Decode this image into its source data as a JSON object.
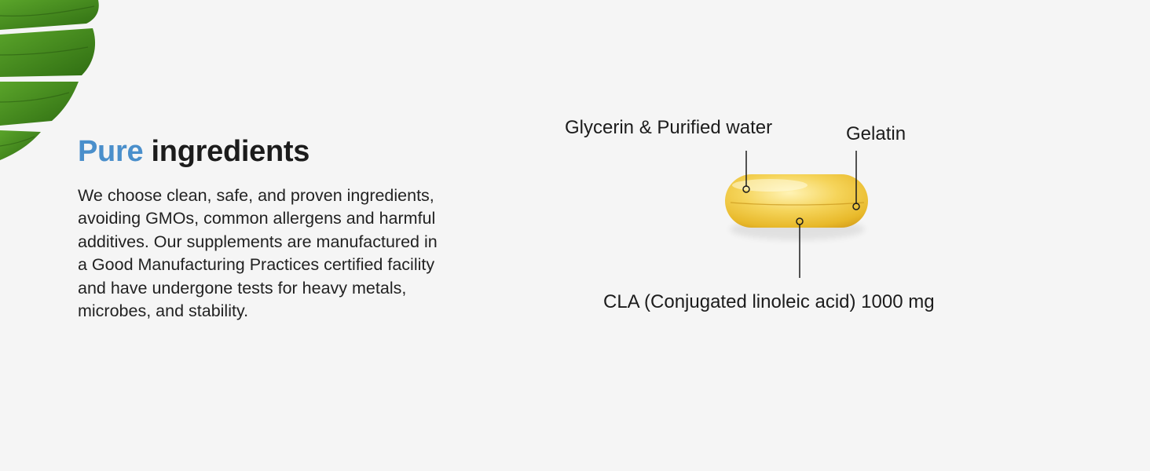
{
  "headline": {
    "accent": "Pure",
    "rest": "ingredients"
  },
  "body_lines": [
    "We choose clean, safe, and proven ingredients,",
    "avoiding GMOs, common allergens and harmful",
    "additives. Our supplements are manufactured in",
    "a Good Manufacturing Practices certified facility",
    "and have undergone tests for heavy metals,",
    "microbes, and stability."
  ],
  "capsule_labels": {
    "glycerin": "Glycerin & Purified water",
    "gelatin": "Gelatin",
    "cla": "CLA (Conjugated linoleic acid) 1000 mg"
  },
  "colors": {
    "background": "#f5f5f5",
    "accent_blue": "#4a8fcb",
    "leaf_green": "#3f8a1c",
    "capsule_gold": "#f2c53a"
  },
  "icons": {
    "leaf": "monstera-leaf-icon",
    "capsule": "softgel-capsule-icon"
  }
}
